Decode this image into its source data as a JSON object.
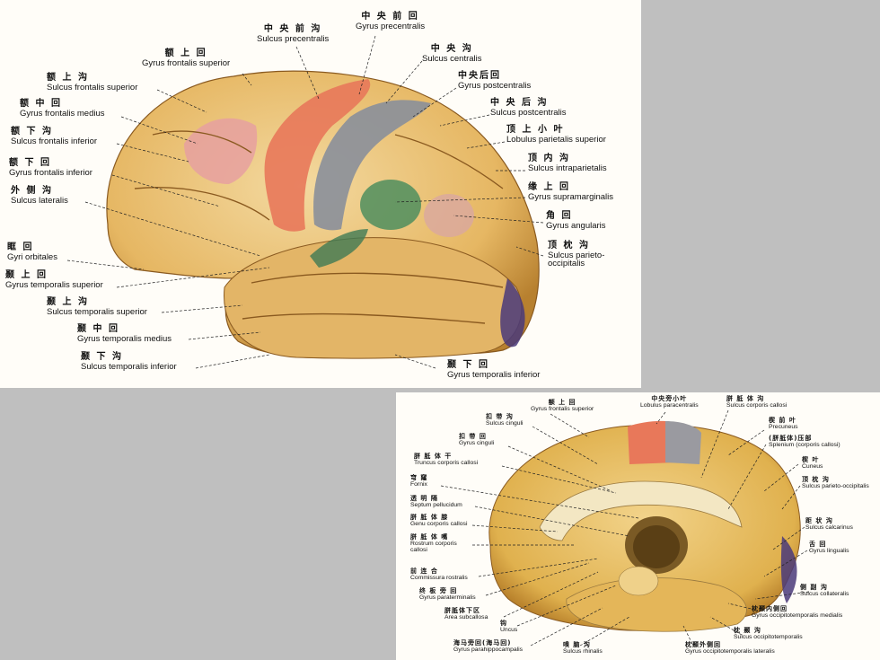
{
  "lateral": {
    "labels": [
      {
        "zh": "中 央 前 沟",
        "la": "Sulcus precentralis"
      },
      {
        "zh": "中 央 前 回",
        "la": "Gyrus precentralis"
      },
      {
        "zh": "额 上 回",
        "la": "Gyrus frontalis superior"
      },
      {
        "zh": "中 央 沟",
        "la": "Sulcus centralis"
      },
      {
        "zh": "额 上 沟",
        "la": "Sulcus frontalis superior"
      },
      {
        "zh": "中央后回",
        "la": "Gyrus postcentralis"
      },
      {
        "zh": "额 中 回",
        "la": "Gyrus frontalis medius"
      },
      {
        "zh": "中 央 后 沟",
        "la": "Sulcus postcentralis"
      },
      {
        "zh": "额 下 沟",
        "la": "Sulcus frontalis inferior"
      },
      {
        "zh": "顶 上 小 叶",
        "la": "Lobulus parietalis superior"
      },
      {
        "zh": "额 下 回",
        "la": "Gyrus frontalis inferior"
      },
      {
        "zh": "顶 内 沟",
        "la": "Sulcus intraparietalis"
      },
      {
        "zh": "外 侧 沟",
        "la": "Sulcus lateralis"
      },
      {
        "zh": "缘 上 回",
        "la": "Gyrus supramarginalis"
      },
      {
        "zh": "角 回",
        "la": "Gyrus angularis"
      },
      {
        "zh": "眶 回",
        "la": "Gyri orbitales"
      },
      {
        "zh": "顶 枕 沟",
        "la": "Sulcus parieto-occipitalis"
      },
      {
        "zh": "颞 上 回",
        "la": "Gyrus temporalis superior"
      },
      {
        "zh": "颞 上 沟",
        "la": "Sulcus temporalis superior"
      },
      {
        "zh": "颞 中 回",
        "la": "Gyrus temporalis medius"
      },
      {
        "zh": "颞 下 沟",
        "la": "Sulcus temporalis inferior"
      },
      {
        "zh": "颞 下 回",
        "la": "Gyrus temporalis inferior"
      }
    ]
  },
  "medial": {
    "labels": [
      {
        "zh": "额 上 回",
        "la": "Gyrus frontalis superior"
      },
      {
        "zh": "中央旁小叶",
        "la": "Lobulus paracentralis"
      },
      {
        "zh": "胼 胝 体 沟",
        "la": "Sulcus corporis callosi"
      },
      {
        "zh": "扣 带 沟",
        "la": "Sulcus cinguli"
      },
      {
        "zh": "楔 前 叶",
        "la": "Precuneus"
      },
      {
        "zh": "扣 带 回",
        "la": "Gyrus cinguli"
      },
      {
        "zh": "(胼胝体)压部",
        "la": "Splenium (corporis callosi)"
      },
      {
        "zh": "胼 胝 体 干",
        "la": "Truncus corporis callosi"
      },
      {
        "zh": "楔 叶",
        "la": "Cuneus"
      },
      {
        "zh": "穹 窿",
        "la": "Fornix"
      },
      {
        "zh": "顶 枕 沟",
        "la": "Sulcus parieto-occipitalis"
      },
      {
        "zh": "透 明 隔",
        "la": "Septum pellucidum"
      },
      {
        "zh": "胼 胝 体 膝",
        "la": "Genu corporis callosi"
      },
      {
        "zh": "距 状 沟",
        "la": "Sulcus calcarinus"
      },
      {
        "zh": "胼 胝 体 嘴",
        "la": "Rostrum corporis callosi"
      },
      {
        "zh": "舌 回",
        "la": "Gyrus lingualis"
      },
      {
        "zh": "前 连 合",
        "la": "Commissura rostralis"
      },
      {
        "zh": "侧 副 沟",
        "la": "Sulcus collateralis"
      },
      {
        "zh": "终 板 旁 回",
        "la": "Gyrus paraterminalis"
      },
      {
        "zh": "胼胝体下区",
        "la": "Area subcallosa"
      },
      {
        "zh": "枕颞内侧回",
        "la": "Gyrus occipitotemporalis medialis"
      },
      {
        "zh": "钩",
        "la": "Uncus"
      },
      {
        "zh": "枕 颞 沟",
        "la": "Sulcus occipitotemporalis"
      },
      {
        "zh": "海马旁回(海马回)",
        "la": "Gyrus parahippocampalis"
      },
      {
        "zh": "嗅 脑 沟",
        "la": "Sulcus rhinalis"
      },
      {
        "zh": "枕颞外侧回",
        "la": "Gyrus occipitotemporalis lateralis"
      }
    ]
  },
  "colors": {
    "gyrus": "#e9c06e",
    "gyrus_dark": "#c98f3c",
    "precentral": "#e8785a",
    "postcentral": "#8a8f9a",
    "supramarginal": "#4f8e5e",
    "frontal_inferior": "#e6a0a0",
    "occipital_edge": "#4a3a7a"
  }
}
